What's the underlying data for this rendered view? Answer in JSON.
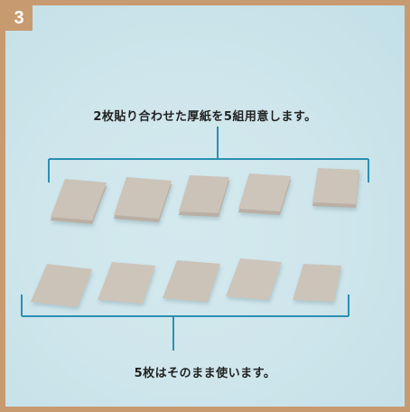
{
  "step": {
    "number": "3"
  },
  "captions": {
    "top": "2枚貼り合わせた厚紙を5組用意します。",
    "bottom": "5枚はそのまま使います。"
  },
  "colors": {
    "frame": "#c89a70",
    "background": "#cfe6ec",
    "bracket": "#2b8fb3",
    "cardboard": "#c9bfb4"
  }
}
